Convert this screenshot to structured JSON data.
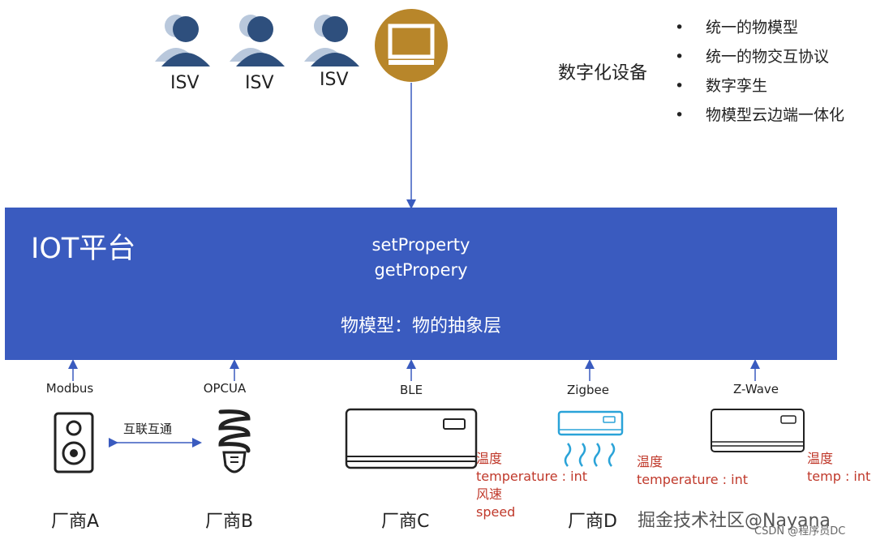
{
  "isv": {
    "labels": [
      "ISV",
      "ISV",
      "ISV"
    ]
  },
  "digital": {
    "title": "数字化设备",
    "bullets": [
      "统一的物模型",
      "统一的物交互协议",
      "数字孪生",
      "物模型云边端一体化"
    ]
  },
  "platform": {
    "title": "IOT平台",
    "methods": [
      "setProperty",
      "getPropery"
    ],
    "model": "物模型：物的抽象层"
  },
  "protocols": [
    "Modbus",
    "OPCUA",
    "BLE",
    "Zigbee",
    "Z-Wave"
  ],
  "interconnect": "互联互通",
  "vendors": [
    "厂商A",
    "厂商B",
    "厂商C",
    "厂商D"
  ],
  "props_c": [
    "温度",
    "temperature : int",
    "风速",
    "speed"
  ],
  "props_d": [
    "温度",
    "temperature : int"
  ],
  "props_e": [
    "温度",
    "temp : int"
  ],
  "watermark": "掘金技术社区@Nayana",
  "csdn": "CSDN @程序员DC",
  "colors": {
    "platform": "#3a5bbf",
    "monitor": "#b8862a",
    "person": "#2e4f7d",
    "red": "#c0392b"
  }
}
